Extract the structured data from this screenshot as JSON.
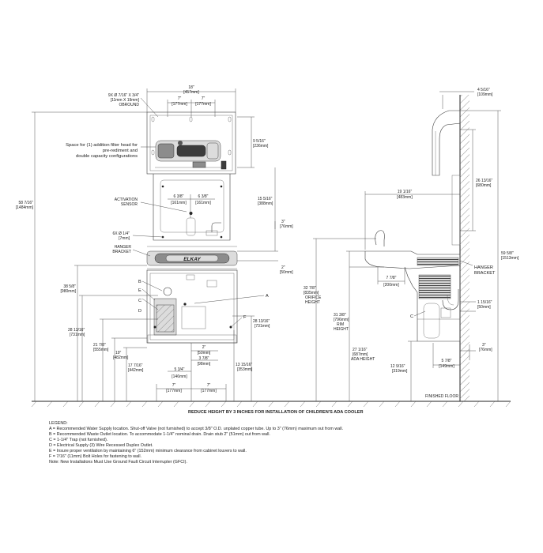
{
  "front_view": {
    "overall_width": "18\"",
    "overall_width_mm": "[457mm]",
    "top_half_left": "7\"",
    "top_half_left_mm": "[177mm]",
    "top_half_right": "7\"",
    "top_half_right_mm": "[177mm]",
    "knockout_line1": "9X  Ø 7/16\" X 3/4\"",
    "knockout_line2": "[11mm X 19mm]",
    "knockout_line3": "OBROUND",
    "filter_note_line1": "Space for (1) addition filter head for",
    "filter_note_line2": "pre-rediment and",
    "filter_note_line3": "double capacity configurations",
    "upper_height": "9 5/16\"",
    "upper_height_mm": "[236mm]",
    "mid_height": "15 5/16\"",
    "mid_height_mm": "[388mm]",
    "activation_line1": "ACTIVATION",
    "activation_line2": "SENSOR",
    "sensor_left": "6 3/8\"",
    "sensor_left_mm": "[161mm]",
    "sensor_right": "6 3/8\"",
    "sensor_right_mm": "[161mm]",
    "overall_height": "58 7/16\"",
    "overall_height_mm": "[1484mm]",
    "bolt_line1": "6X  Ø 1/4\"",
    "bolt_line2": "[7mm]",
    "hanger_line1": "HANGER",
    "hanger_line2": "BRACKET",
    "three_in": "3\"",
    "three_in_mm": "[76mm]",
    "two_in": "2\"",
    "two_in_mm": "[50mm]",
    "h38": "38 5/8\"",
    "h38_mm": "[980mm]",
    "h28_left": "28 13/16\"",
    "h28_left_mm": "[731mm]",
    "h28_right": "28 13/16\"",
    "h28_right_mm": "[731mm]",
    "h21": "21 7/8\"",
    "h21_mm": "[555mm]",
    "h19": "19\"",
    "h19_mm": "[482mm]",
    "h17": "17 7/16\"",
    "h17_mm": "[442mm]",
    "h13": "13 15/16\"",
    "h13_mm": "[353mm]",
    "w2": "2\"",
    "w2_mm": "[50mm]",
    "w37": "3 7/8\"",
    "w37_mm": "[98mm]",
    "w53": "5 3/4\"",
    "w53_mm": "[146mm]",
    "bottom_left": "7\"",
    "bottom_left_mm": "[177mm]",
    "bottom_right": "7\"",
    "bottom_right_mm": "[177mm]",
    "letters": [
      "B",
      "E",
      "C",
      "D",
      "A",
      "F"
    ]
  },
  "side_view": {
    "top_depth": "4 5/16\"",
    "top_depth_mm": "[109mm]",
    "upper_height": "26 13/16\"",
    "upper_height_mm": "[680mm]",
    "total_height": "59 5/8\"",
    "total_height_mm": "[1513mm]",
    "depth": "19 1/16\"",
    "depth_mm": "[483mm]",
    "orifice": "32 7/8\"",
    "orifice_mm": "[835mm]",
    "orifice_label_line1": "ORIFICE",
    "orifice_label_line2": "HEIGHT",
    "rim": "31 3/8\"",
    "rim_mm": "[796mm]",
    "rim_label_line1": "RIM",
    "rim_label_line2": "HEIGHT",
    "ada": "27 1/16\"",
    "ada_mm": "[687mm]",
    "ada_label": "ADA HEIGHT",
    "floor_clear": "12 9/16\"",
    "floor_clear_mm": "[319mm]",
    "w78": "7 7/8\"",
    "w78_mm": "[200mm]",
    "w115": "1 15/16\"",
    "w115_mm": "[50mm]",
    "w58": "5 7/8\"",
    "w58_mm": "[149mm]",
    "three_in": "3\"",
    "three_in_mm": "[76mm]",
    "hanger_line1": "HANGER",
    "hanger_line2": "BRACKET",
    "letter_c": "C",
    "finished_floor": "FINISHED FLOOR"
  },
  "note": "REDUCE HEIGHT BY 3 INCHES FOR INSTALLATION OF CHILDREN'S ADA COOLER",
  "legend": {
    "title": "LEGEND:",
    "items": [
      "A = Recommended Water Supply location.  Shut-off Valve (not furnished) to accept 3/8\" O.D. unplated copper tube.  Up to 3\" (76mm) maximum out from wall.",
      "B = Recommended Waste Outlet location.  To accommodate 1-1/4\" nominal drain.  Drain stub 2\" (51mm) out from wall.",
      "C = 1-1/4\" Trap (not furnished).",
      "D = Electrical Supply (3) Wire Recessed Duplex Outlet.",
      "E = Insure proper ventilation by maintaining 6\" (152mm) minimum clearance from cabinet louvers to wall.",
      "F = 7/16\" (11mm) Bolt Holes for fastening to wall.",
      "Note: New Installations Must Use Ground Fault Circuit Interrupter (GFCI)."
    ]
  },
  "logo_text": "ELKAY"
}
